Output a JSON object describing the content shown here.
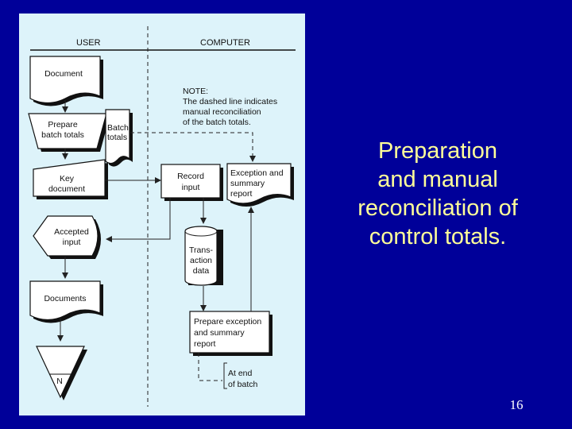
{
  "slide": {
    "title_lines": [
      "Preparation",
      "and manual",
      "reconciliation of",
      "control totals."
    ],
    "page_number": "16",
    "colors": {
      "background": "#000099",
      "title": "#ffff99",
      "panel": "#ddf3fa"
    }
  },
  "flowchart": {
    "column_user": "USER",
    "column_computer": "COMPUTER",
    "note_lines": [
      "NOTE:",
      "The dashed line indicates",
      "manual reconciliation",
      "of the batch totals."
    ],
    "document": "Document",
    "prepare_batch": [
      "Prepare",
      "batch totals"
    ],
    "batch_totals": [
      "Batch",
      "totals"
    ],
    "key_document": [
      "Key",
      "document"
    ],
    "record_input": [
      "Record",
      "input"
    ],
    "exception_report": [
      "Exception and",
      "summary",
      "report"
    ],
    "accepted_input": [
      "Accepted",
      "input"
    ],
    "transaction_data": [
      "Trans-",
      "action",
      "data"
    ],
    "documents": "Documents",
    "prepare_exception": [
      "Prepare exception",
      "and summary",
      "report"
    ],
    "file_label": "N",
    "end_of_batch": [
      "At end",
      "of batch"
    ]
  }
}
